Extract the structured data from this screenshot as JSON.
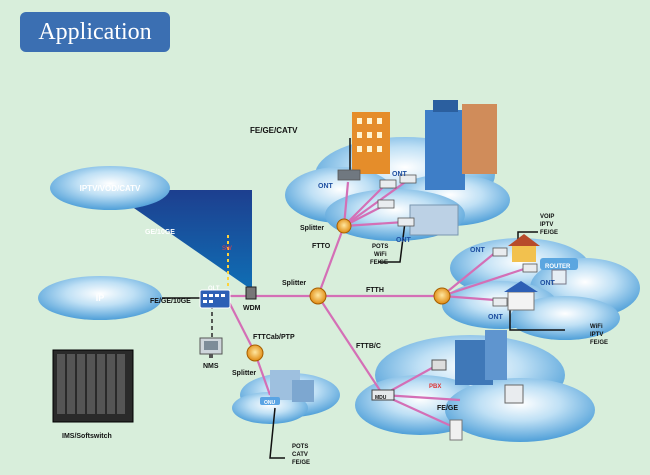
{
  "title": "Application",
  "clouds": {
    "iptv": "IPTV/VOD/CATV",
    "ip": "IP"
  },
  "links": {
    "ge10ge": "GE/10GE",
    "fe_ge_10ge": "FE/GE/10GE",
    "fe_ge_catv": "FE/GE/CATV",
    "ftto": "FTTO",
    "ftth": "FTTH",
    "fttb": "FTTB/C",
    "fttcab": "FTTCab/PTP"
  },
  "nodes": {
    "olt": "OLT",
    "wdm": "WDM",
    "nms": "NMS",
    "ims": "IMS/Softswitch",
    "router": "ROUTER",
    "mdu": "MDU",
    "onu": "ONU",
    "pbx": "PBX",
    "feg_mdu": "FE/GE"
  },
  "ont_labels": [
    "ONT",
    "ONT",
    "ONT",
    "ONT",
    "ONT",
    "ONT"
  ],
  "splitter_labels": [
    "Splitter",
    "Splitter",
    "Splitter"
  ],
  "service_lists": {
    "ftto_services": [
      "POTS",
      "WiFi",
      "FE/GE"
    ],
    "ftth_top": [
      "VOIP",
      "IPTV",
      "FE/GE"
    ],
    "ftth_bottom": [
      "WiFi",
      "IPTV",
      "FE/GE"
    ],
    "onu_services": [
      "POTS",
      "CATV",
      "FE/GE"
    ]
  }
}
